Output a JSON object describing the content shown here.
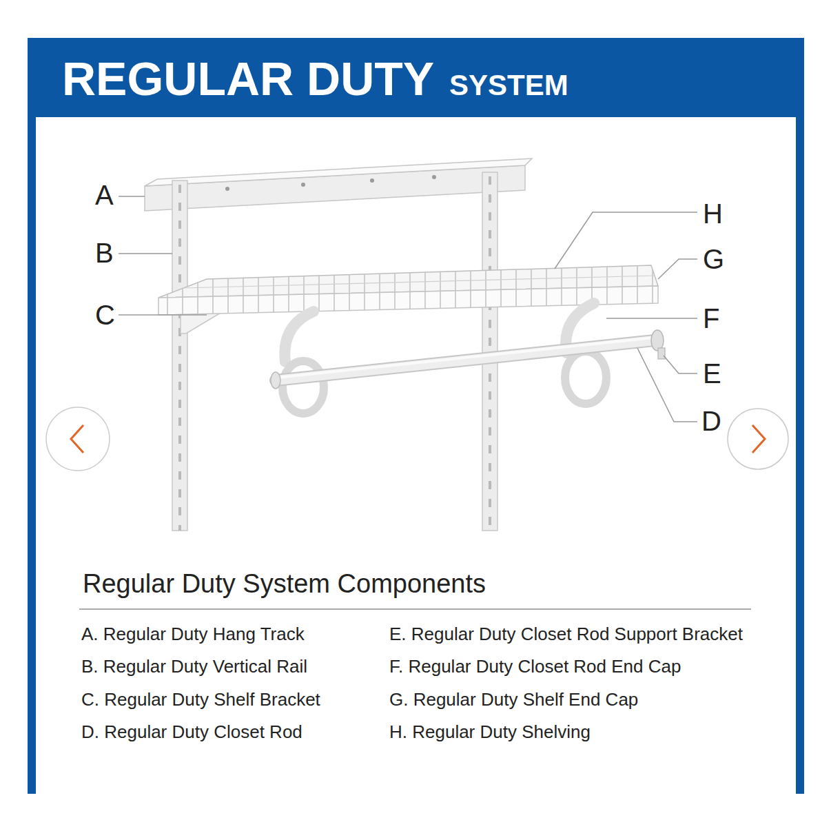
{
  "diagram": {
    "title": "REGULAR DUTY",
    "labels": [
      "SYSTEM",
      "A",
      "B",
      "C",
      "H",
      "G",
      "F",
      "E",
      "D",
      "Regular Duty System Components",
      "A. Regular Duty Hang Track",
      "B. Regular Duty Vertical Rail",
      "C. Regular Duty Shelf Bracket",
      "D. Regular Duty Closet Rod",
      "E. Regular Duty Closet Rod Support Bracket",
      "F. Regular Duty Closet Rod End Cap",
      "G. Regular Duty Shelf End Cap",
      "H. Regular Duty Shelving"
    ]
  }
}
